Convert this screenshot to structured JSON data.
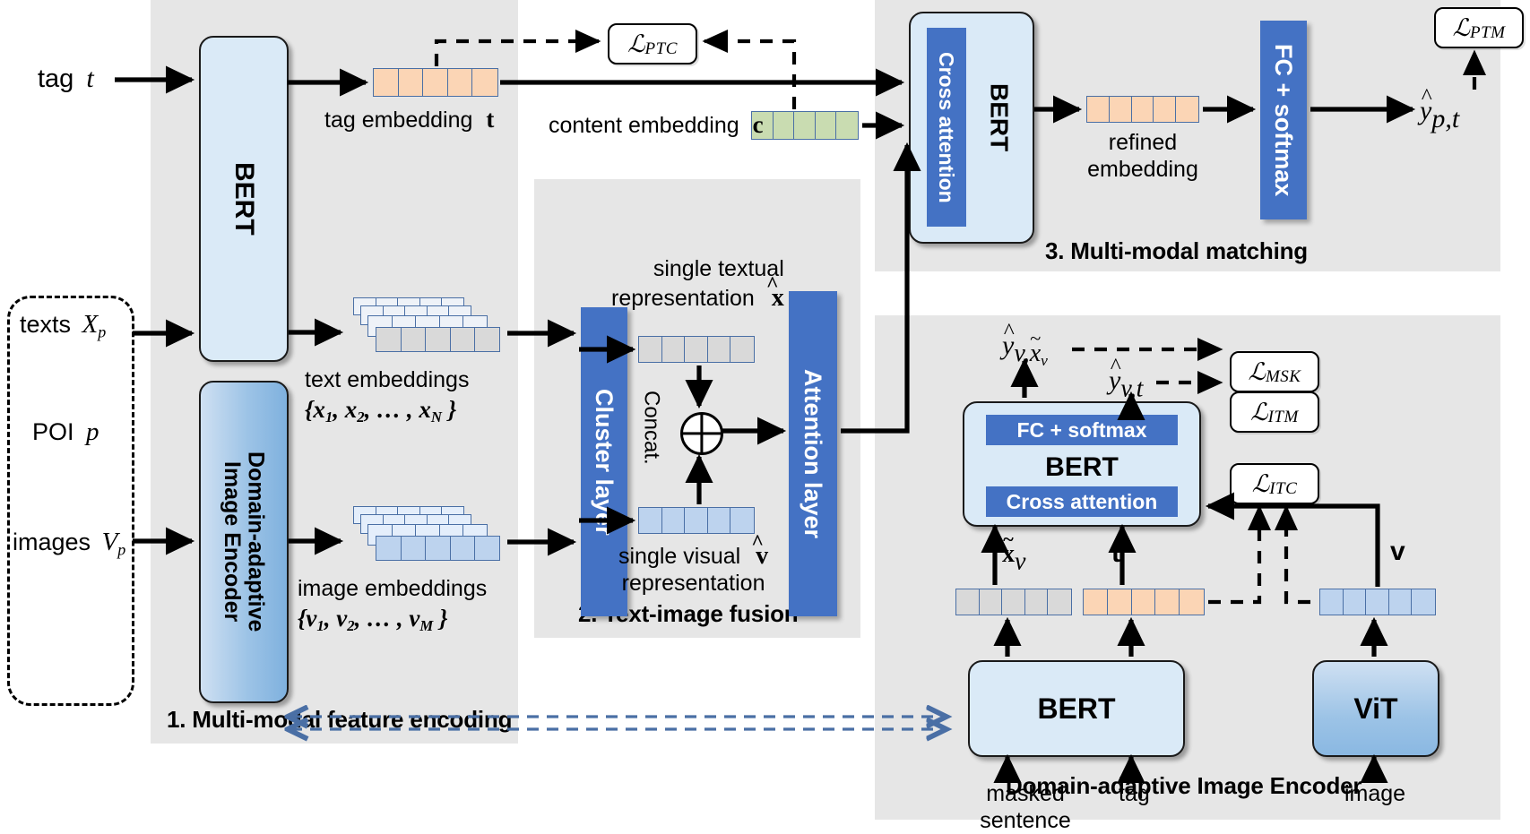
{
  "panels": [
    {
      "id": "p1",
      "title": "1. Multi-modal feature encoding"
    },
    {
      "id": "p2",
      "title": "2. Text-image fusion"
    },
    {
      "id": "p3",
      "title": "3. Multi-modal matching"
    },
    {
      "id": "p4",
      "title": "Domain-adaptive Image Encoder"
    }
  ],
  "inputs": {
    "tag": {
      "text": "tag",
      "symbol": "t"
    },
    "texts": {
      "text": "texts",
      "symbol": "X",
      "subscript": "p"
    },
    "poi": {
      "text": "POI",
      "symbol": "p"
    },
    "images": {
      "text": "images",
      "symbol": "V",
      "subscript": "p"
    }
  },
  "encoders": {
    "bert_text": "BERT",
    "domain_adaptive_image_encoder_line1": "Domain-adaptive",
    "domain_adaptive_image_encoder_line2": "Image Encoder"
  },
  "embeddings": {
    "tag_embedding": {
      "label": "tag  embedding",
      "symbol": "t",
      "cells": 5,
      "color": "#fbd5b5"
    },
    "content_embedding": {
      "label": "content embedding",
      "symbol": "c",
      "cells": 5,
      "color": "#c9dcb1"
    },
    "text_embeddings": {
      "line1": "text embeddings",
      "line2": "{x₁, x₂, … , x_N }",
      "color": "#d9d9d9"
    },
    "image_embeddings": {
      "line1": "image embeddings",
      "line2": "{v₁, v₂, … , v_M }",
      "color": "#bdd3ee"
    },
    "single_textual": {
      "line1": "single textual",
      "line2": "representation",
      "symbol": "x",
      "cells": 5,
      "color": "#d9d9d9"
    },
    "single_visual": {
      "line1": "single visual",
      "line2": "representation",
      "symbol": "v",
      "cells": 5,
      "color": "#bdd3ee"
    },
    "refined_embedding": {
      "line1": "refined",
      "line2": "embedding",
      "cells": 5,
      "color": "#fbd5b5"
    }
  },
  "fusion": {
    "cluster_layer": "Cluster layer",
    "attention_layer": "Attention layer",
    "concat": "Concat."
  },
  "matching": {
    "cross_attention": "Cross attention",
    "bert": "BERT",
    "fc_softmax": "FC + softmax",
    "output": {
      "symbol": "y",
      "subscript": "p,t"
    }
  },
  "image_encoder": {
    "fc_softmax": "FC + softmax",
    "bert_center": "BERT",
    "cross_attention": "Cross attention",
    "bert_bottom": "BERT",
    "vit": "ViT",
    "inputs": {
      "masked_sentence_line1": "masked",
      "masked_sentence_line2": "sentence",
      "tag": "tag",
      "image": "image"
    },
    "vectors": {
      "masked_text": {
        "symbol": "x",
        "subscript": "v",
        "cells": 5,
        "color": "#d9d9d9"
      },
      "tag": {
        "symbol": "t",
        "cells": 5,
        "color": "#fbd5b5"
      },
      "visual": {
        "symbol": "v",
        "cells": 5,
        "color": "#bdd3ee"
      }
    },
    "outputs": {
      "msk": {
        "symbol": "y",
        "subscript": "v,x̃ᵥ"
      },
      "itm": {
        "symbol": "y",
        "subscript": "v,t"
      }
    }
  },
  "losses": {
    "ptc": {
      "cal": "ℒ",
      "sub": "PTC"
    },
    "ptm": {
      "cal": "ℒ",
      "sub": "PTM"
    },
    "msk": {
      "cal": "ℒ",
      "sub": "MSK"
    },
    "itm": {
      "cal": "ℒ",
      "sub": "ITM"
    },
    "itc": {
      "cal": "ℒ",
      "sub": "ITC"
    }
  },
  "colors": {
    "panel_bg": "#e6e6e6",
    "blue_bar": "#4472c4",
    "light_module": "#daeaf7",
    "orange_cell": "#fbd5b5",
    "green_cell": "#c9dcb1",
    "gray_cell": "#d9d9d9",
    "blue_cell": "#bdd3ee",
    "cell_border": "#4a6fa5",
    "dashed_link": "#4a6fa5"
  }
}
